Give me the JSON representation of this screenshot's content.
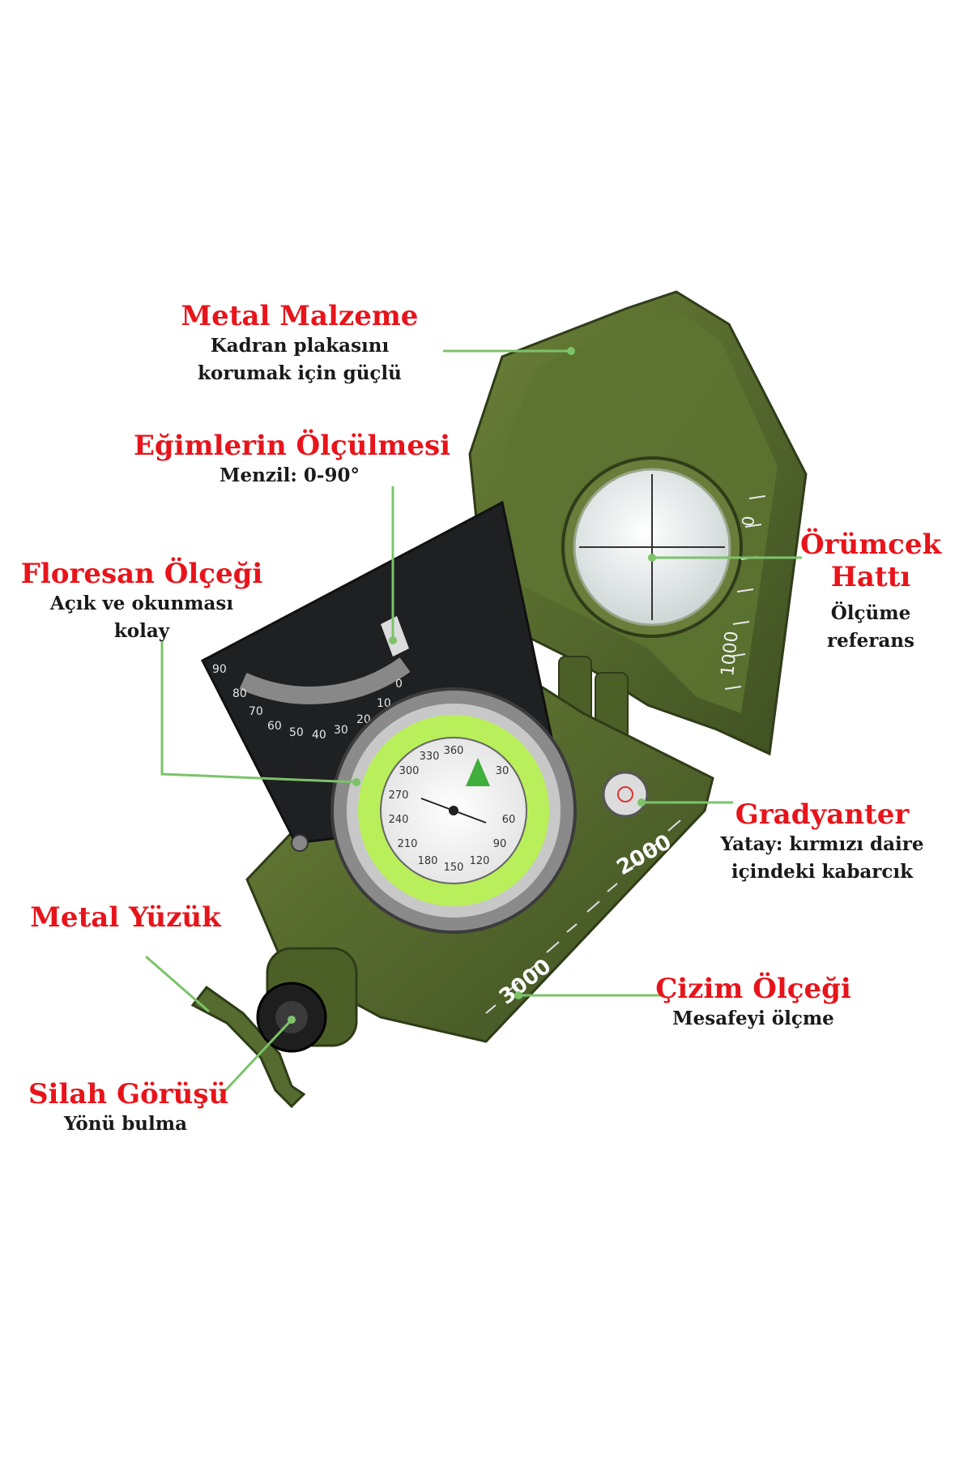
{
  "colors": {
    "label_title": "#e8141b",
    "label_text": "#1a1a1a",
    "leader_line": "#7cc36a",
    "compass_body": "#556b2f",
    "compass_dark": "#3f5022",
    "luminous_ring": "#b9ef5a"
  },
  "labels": {
    "metal": {
      "title": "Metal Malzeme",
      "lines": [
        "Kadran plakasını",
        "korumak için güçlü"
      ]
    },
    "egim": {
      "title": "Eğimlerin Ölçülmesi",
      "lines": [
        "Menzil: 0-90°"
      ]
    },
    "floresan": {
      "title": "Floresan Ölçeği",
      "lines": [
        "Açık ve okunması",
        "kolay"
      ]
    },
    "orumcek": {
      "title_lines": [
        "Örümcek",
        "Hattı"
      ],
      "lines": [
        "Ölçüme",
        "referans"
      ]
    },
    "gradyanter": {
      "title": "Gradyanter",
      "lines": [
        "Yatay: kırmızı daire",
        "içindeki kabarcık"
      ]
    },
    "yuzuk": {
      "title": "Metal Yüzük"
    },
    "cizim": {
      "title": "Çizim Ölçeği",
      "lines": [
        "Mesafeyi ölçme"
      ]
    },
    "silah": {
      "title": "Silah Görüşü",
      "lines": [
        "Yönü bulma"
      ]
    }
  },
  "compass_markings": {
    "lid_scale": [
      "0",
      "1000"
    ],
    "base_scale": [
      "2000",
      "3000"
    ],
    "clinometer_scale": [
      "90",
      "80",
      "70",
      "60",
      "50",
      "40",
      "30",
      "20",
      "10",
      "0"
    ],
    "dial_numbers": [
      "330",
      "300",
      "270",
      "240",
      "210",
      "180",
      "150",
      "120",
      "90",
      "60",
      "30",
      "360"
    ]
  }
}
